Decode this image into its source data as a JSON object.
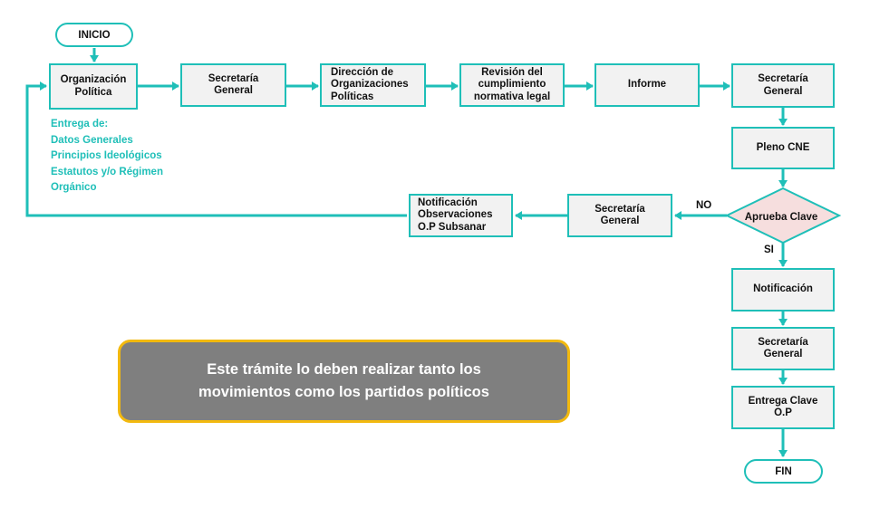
{
  "colors": {
    "connector": "#1fbfb8",
    "box_fill": "#f2f2f2",
    "decision_fill": "#f6dede",
    "note_text": "#1fbfb8",
    "banner_fill": "#7f7f7f",
    "banner_border": "#f2b90f"
  },
  "nodes": {
    "inicio": "INICIO",
    "organizacion": "Organización Política",
    "secretaria_1": "Secretaría General",
    "direccion": "Dirección de Organizaciones Políticas",
    "revision": "Revisión del cumplimiento normativa legal",
    "informe": "Informe",
    "secretaria_2": "Secretaría General",
    "pleno": "Pleno CNE",
    "decision": "Aprueba Clave",
    "secretaria_3": "Secretaría General",
    "notificacion_obs": "Notificación Observaciones O.P Subsanar",
    "notificacion": "Notificación",
    "secretaria_4": "Secretaría General",
    "entrega_clave": "Entrega Clave O.P",
    "fin": "FIN"
  },
  "branches": {
    "no": "NO",
    "si": "SI"
  },
  "note_lines": [
    "Entrega de:",
    "Datos Generales",
    "Principios Ideológicos",
    "Estatutos y/o Régimen",
    "Orgánico"
  ],
  "banner": "Este trámite lo deben realizar tanto los movimientos como los partidos políticos"
}
